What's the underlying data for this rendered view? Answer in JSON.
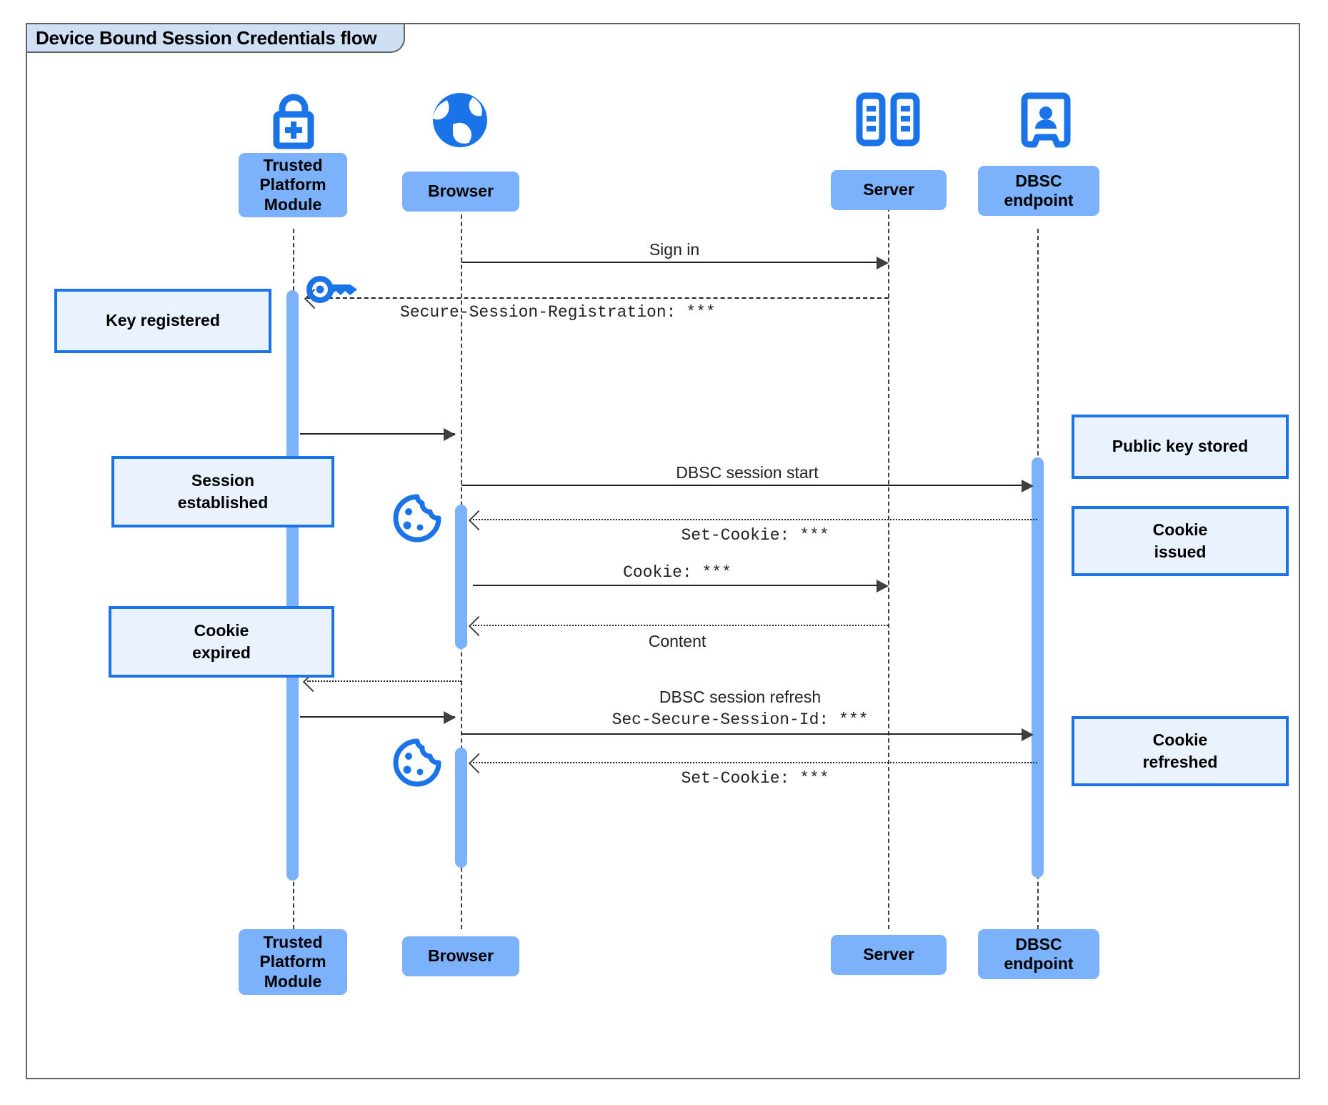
{
  "frame": {
    "title": "Device Bound Session Credentials flow"
  },
  "colors": {
    "actor_fill": "#7cb2fb",
    "note_fill": "#eaf2fe",
    "note_border": "#1a73e8",
    "icon_blue": "#1a73e8",
    "frame_border": "#5f6368",
    "frame_tab_fill": "#cfe0f5",
    "line": "#202124"
  },
  "participants": [
    {
      "id": "tpm",
      "label": "Trusted Platform Module",
      "icon": "padlock-plus-icon"
    },
    {
      "id": "browser",
      "label": "Browser",
      "icon": "globe-icon"
    },
    {
      "id": "server",
      "label": "Server",
      "icon": "server-rack-icon"
    },
    {
      "id": "dbsc",
      "label": "DBSC endpoint",
      "icon": "id-badge-icon"
    }
  ],
  "participants_bottom": [
    {
      "id": "tpm",
      "label": "Trusted Platform Module"
    },
    {
      "id": "browser",
      "label": "Browser"
    },
    {
      "id": "server",
      "label": "Server"
    },
    {
      "id": "dbsc",
      "label": "DBSC endpoint"
    }
  ],
  "messages": [
    {
      "id": "m1",
      "from": "browser",
      "to": "server",
      "style": "solid",
      "label": "Sign in",
      "font": "sans"
    },
    {
      "id": "m2",
      "from": "server",
      "to": "tpm",
      "style": "dashed",
      "label": "Secure-Session-Registration: ***",
      "font": "mono"
    },
    {
      "id": "m3",
      "from": "tpm",
      "to": "browser",
      "style": "solid",
      "label": "",
      "font": "sans"
    },
    {
      "id": "m4",
      "from": "browser",
      "to": "dbsc",
      "style": "solid",
      "label": "DBSC session start",
      "font": "sans"
    },
    {
      "id": "m5",
      "from": "dbsc",
      "to": "browser",
      "style": "dotted",
      "label": "Set-Cookie: ***",
      "font": "mono"
    },
    {
      "id": "m6",
      "from": "browser",
      "to": "server",
      "style": "solid",
      "label": "Cookie: ***",
      "font": "mono"
    },
    {
      "id": "m7",
      "from": "server",
      "to": "browser",
      "style": "dotted",
      "label": "Content",
      "font": "sans"
    },
    {
      "id": "m8",
      "from": "browser",
      "to": "tpm",
      "style": "dotted",
      "label": "",
      "font": "sans"
    },
    {
      "id": "m9",
      "from": "tpm",
      "to": "browser",
      "style": "solid",
      "label": "",
      "font": "sans"
    },
    {
      "id": "m10",
      "from": "browser",
      "to": "dbsc",
      "style": "solid",
      "label_line1": "DBSC session refresh",
      "label_line2": "Sec-Secure-Session-Id: ***"
    },
    {
      "id": "m11",
      "from": "dbsc",
      "to": "browser",
      "style": "dotted",
      "label": "Set-Cookie: ***",
      "font": "mono"
    }
  ],
  "notes_left": [
    {
      "id": "n1",
      "text": "Key registered"
    },
    {
      "id": "n2",
      "text": "Session established"
    },
    {
      "id": "n3",
      "text": "Cookie expired"
    }
  ],
  "notes_right": [
    {
      "id": "n4",
      "text": "Public key stored"
    },
    {
      "id": "n5",
      "text": "Cookie issued"
    },
    {
      "id": "n6",
      "text": "Cookie refreshed"
    }
  ],
  "inline_icons": [
    {
      "id": "key1",
      "name": "key-icon"
    },
    {
      "id": "cookie1",
      "name": "cookie-icon"
    },
    {
      "id": "cookie2",
      "name": "cookie-icon"
    }
  ]
}
